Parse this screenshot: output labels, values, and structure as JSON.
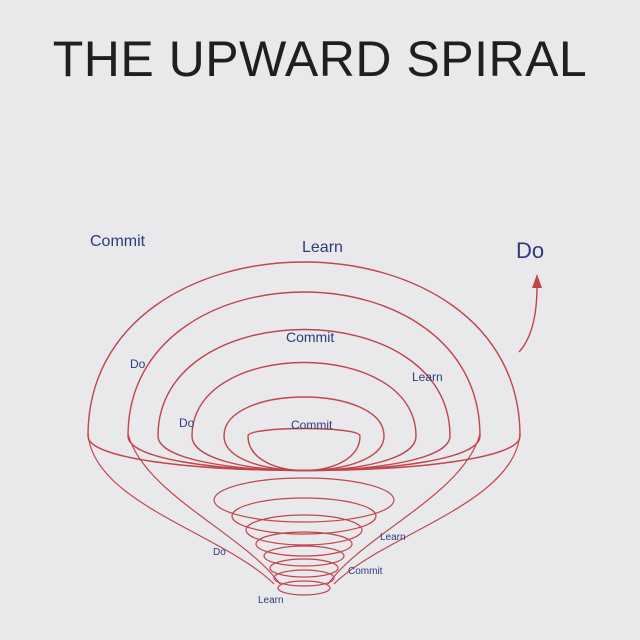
{
  "title": "THE UPWARD SPIRAL",
  "colors": {
    "background": "#e9e9eb",
    "spiral": "#c0454c",
    "label": "#2e3a7e",
    "title": "#1f1f1f"
  },
  "labels": {
    "commit_outer": "Commit",
    "learn_outer": "Learn",
    "do_arrow": "Do",
    "do_2": "Do",
    "commit_2": "Commit",
    "learn_2": "Learn",
    "do_3": "Do",
    "commit_3": "Commit",
    "do_4": "Do",
    "learn_4": "Learn",
    "commit_4": "Commit",
    "learn_5": "Learn"
  }
}
